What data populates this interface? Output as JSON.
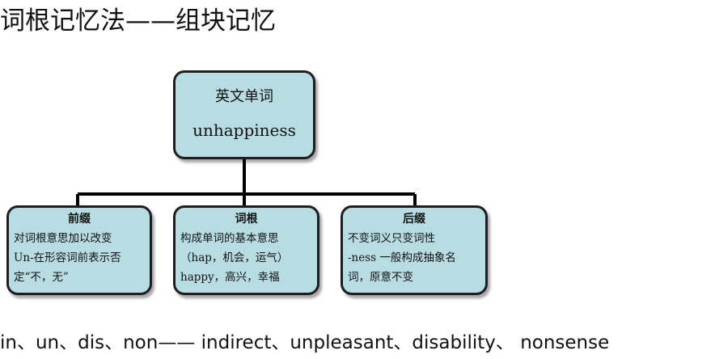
{
  "title": "词根记忆法——组块记忆",
  "root": {
    "label_zh": "英文单词",
    "word": "unhappiness"
  },
  "nodes": [
    {
      "heading": "前缀",
      "lines": [
        "对词根意思加以改变",
        "Un-在形容词前表示否",
        "定“不，无”"
      ]
    },
    {
      "heading": "词根",
      "lines": [
        "构成单词的基本意思",
        "（hap，机会，运气）",
        "happy，高兴，幸福"
      ]
    },
    {
      "heading": "后缀",
      "lines": [
        "不变词义只变词性",
        "-ness 一般构成抽象名",
        "词，原意不变"
      ]
    }
  ],
  "examples": "in、un、dis、non—— indirect、unpleasant、disability、 nonsense",
  "colors": {
    "box_fill": "#b7dde2",
    "box_border": "#1e1e1e",
    "connector": "#000000"
  }
}
